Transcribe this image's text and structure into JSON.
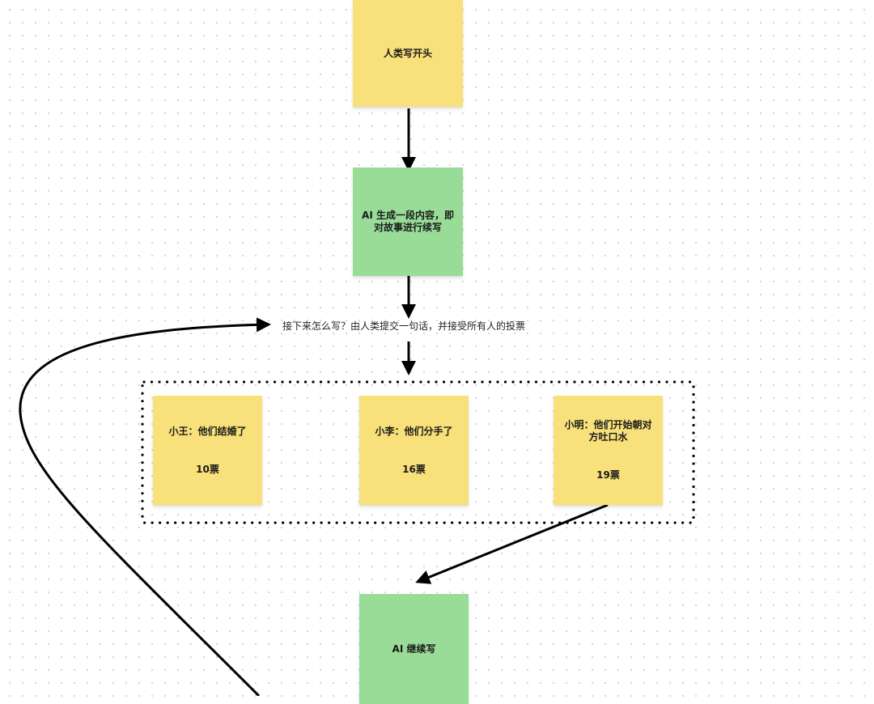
{
  "diagram": {
    "nodes": {
      "start": {
        "label": "人类写开头",
        "color": "#f8e07a"
      },
      "ai_generate": {
        "label": "AI 生成一段内容，即对故事进行续写",
        "color": "#98dc97"
      },
      "prompt": {
        "label": "接下来怎么写？由人类提交一句话，并接受所有人的投票"
      },
      "options": [
        {
          "label": "小王：他们结婚了",
          "votes": "10票",
          "color": "#f8e07a"
        },
        {
          "label": "小李：他们分手了",
          "votes": "16票",
          "color": "#f8e07a"
        },
        {
          "label": "小明：他们开始朝对方吐口水",
          "votes": "19票",
          "color": "#f8e07a"
        }
      ],
      "ai_continue": {
        "label": "AI 继续写",
        "color": "#98dc97"
      }
    },
    "edges": [
      {
        "from": "start",
        "to": "ai_generate"
      },
      {
        "from": "ai_generate",
        "to": "prompt"
      },
      {
        "from": "prompt",
        "to": "options"
      },
      {
        "from": "options.2",
        "to": "ai_continue"
      },
      {
        "from": "ai_continue",
        "to": "prompt"
      }
    ],
    "winning_option_index": 2
  }
}
